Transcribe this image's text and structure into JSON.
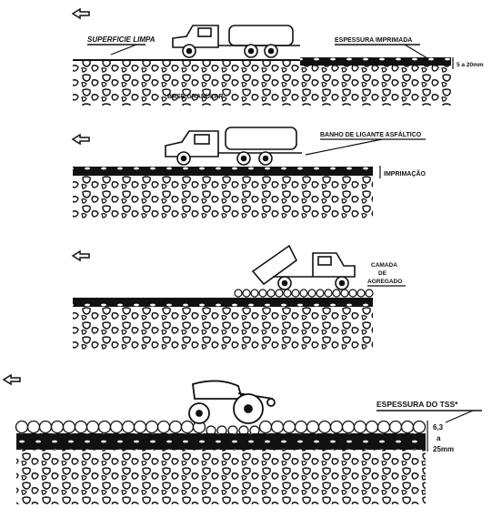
{
  "panel1": {
    "clean_surface_label": "SUPERFICIE LIMPA",
    "prime_thickness_label": "ESPESSURA IMPRIMADA",
    "thickness_range_label": "5 a 20mm",
    "base_label": "BASE   GRANULAR"
  },
  "panel2": {
    "binder_bath_label": "BANHO DE LIGANTE ASFÁLTICO",
    "priming_label": "IMPRIMAÇÃO"
  },
  "panel3": {
    "aggregate_line1": "CAMADA",
    "aggregate_line2": "DE",
    "aggregate_line3": "AGREGADO"
  },
  "panel4": {
    "tss_thickness_label": "ESPESSURA  DO  TSS*",
    "thickness_min": "6,3",
    "thickness_sep": "a",
    "thickness_max": "25mm"
  },
  "colors": {
    "ink": "#111111",
    "paper": "#ffffff"
  },
  "icons": [
    "left-arrow-icon",
    "truck-icon",
    "dump-truck-icon",
    "roller-icon"
  ]
}
